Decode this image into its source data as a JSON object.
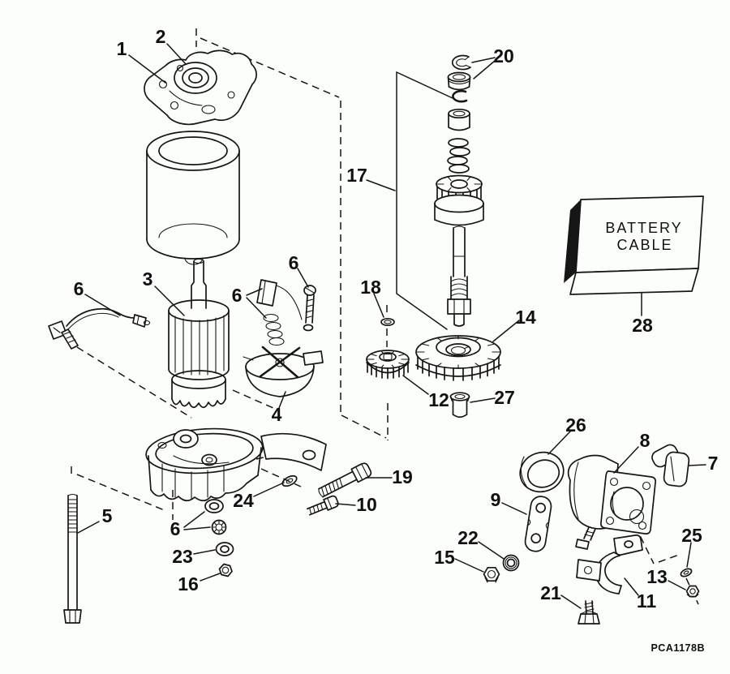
{
  "diagram": {
    "background_color": "#fcfefb",
    "line_color": "#161616",
    "battery_box": {
      "line1": "BATTERY",
      "line2": "CABLE"
    },
    "part_code": "PCA1178B",
    "callouts": [
      {
        "text": "1"
      },
      {
        "text": "2"
      },
      {
        "text": "3"
      },
      {
        "text": "4"
      },
      {
        "text": "5"
      },
      {
        "text": "6"
      },
      {
        "text": "6"
      },
      {
        "text": "6"
      },
      {
        "text": "6"
      },
      {
        "text": "7"
      },
      {
        "text": "8"
      },
      {
        "text": "9"
      },
      {
        "text": "10"
      },
      {
        "text": "11"
      },
      {
        "text": "12"
      },
      {
        "text": "13"
      },
      {
        "text": "14"
      },
      {
        "text": "15"
      },
      {
        "text": "16"
      },
      {
        "text": "17"
      },
      {
        "text": "18"
      },
      {
        "text": "19"
      },
      {
        "text": "20"
      },
      {
        "text": "21"
      },
      {
        "text": "22"
      },
      {
        "text": "23"
      },
      {
        "text": "24"
      },
      {
        "text": "25"
      },
      {
        "text": "26"
      },
      {
        "text": "27"
      },
      {
        "text": "28"
      }
    ]
  }
}
